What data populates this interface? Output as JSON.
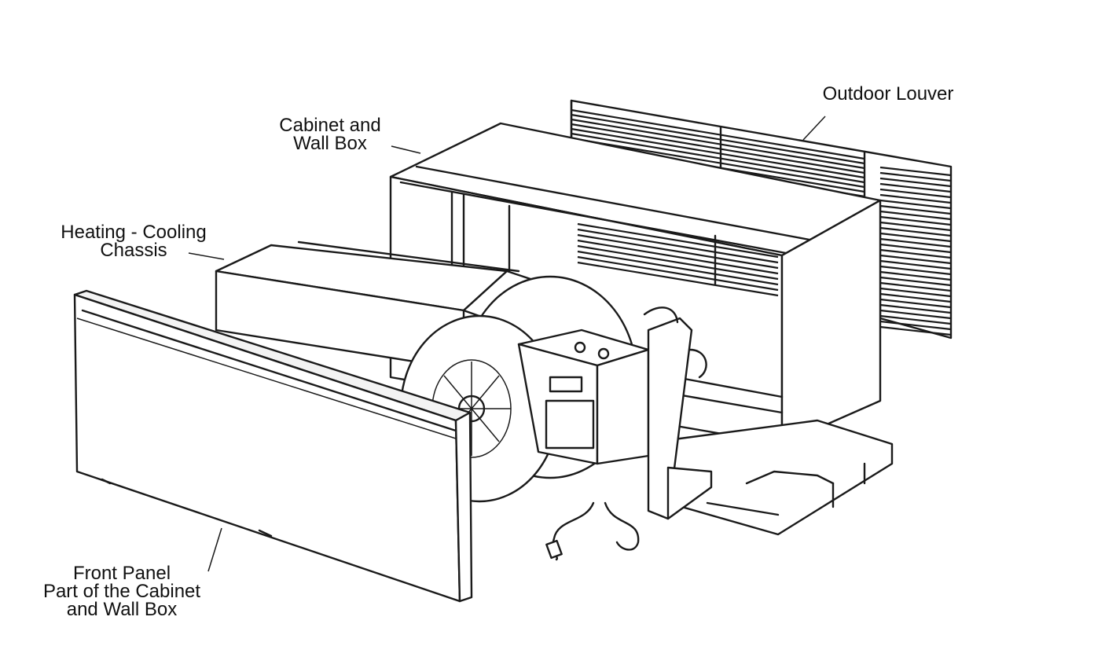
{
  "labels": {
    "outdoor_louver": "Outdoor Louver",
    "cabinet_wall_box": [
      "Cabinet and",
      "Wall Box"
    ],
    "heating_cooling_chassis": [
      "Heating - Cooling",
      "Chassis"
    ],
    "front_panel": [
      "Front Panel",
      "Part of the Cabinet",
      "and Wall Box"
    ]
  },
  "colors": {
    "ink": "#1a1a1a",
    "background": "#ffffff"
  }
}
